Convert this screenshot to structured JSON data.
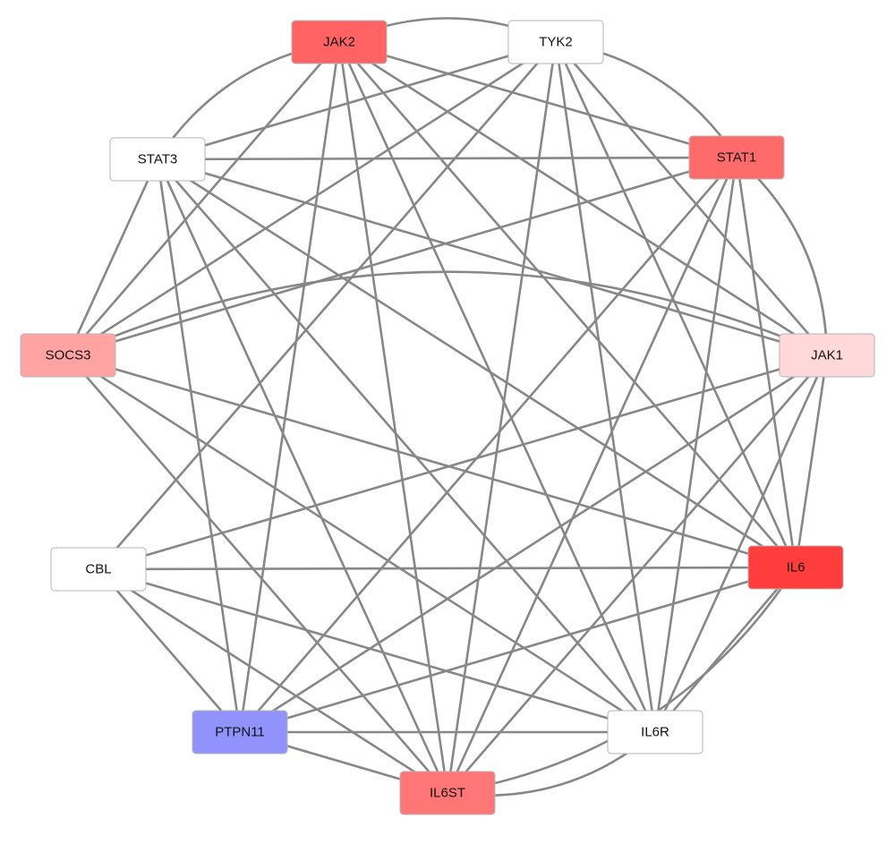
{
  "nodes": [
    {
      "id": "JAK2",
      "label": "JAK2",
      "color": "#ff6363"
    },
    {
      "id": "TYK2",
      "label": "TYK2",
      "color": "#ffffff"
    },
    {
      "id": "STAT1",
      "label": "STAT1",
      "color": "#ff6b6b"
    },
    {
      "id": "STAT3",
      "label": "STAT3",
      "color": "#ffffff"
    },
    {
      "id": "SOCS3",
      "label": "SOCS3",
      "color": "#ffa3a3"
    },
    {
      "id": "JAK1",
      "label": "JAK1",
      "color": "#ffd9d9"
    },
    {
      "id": "CBL",
      "label": "CBL",
      "color": "#ffffff"
    },
    {
      "id": "IL6",
      "label": "IL6",
      "color": "#ff3d3d"
    },
    {
      "id": "PTPN11",
      "label": "PTPN11",
      "color": "#9292fd"
    },
    {
      "id": "IL6R",
      "label": "IL6R",
      "color": "#ffffff"
    },
    {
      "id": "IL6ST",
      "label": "IL6ST",
      "color": "#ff7676"
    }
  ],
  "edges": [
    [
      "JAK2",
      "TYK2"
    ],
    [
      "JAK2",
      "STAT1"
    ],
    [
      "JAK2",
      "STAT3"
    ],
    [
      "JAK2",
      "SOCS3"
    ],
    [
      "JAK2",
      "JAK1"
    ],
    [
      "JAK2",
      "IL6"
    ],
    [
      "JAK2",
      "PTPN11"
    ],
    [
      "JAK2",
      "IL6R"
    ],
    [
      "JAK2",
      "IL6ST"
    ],
    [
      "TYK2",
      "STAT1"
    ],
    [
      "TYK2",
      "STAT3"
    ],
    [
      "TYK2",
      "SOCS3"
    ],
    [
      "TYK2",
      "JAK1"
    ],
    [
      "TYK2",
      "IL6"
    ],
    [
      "TYK2",
      "IL6R"
    ],
    [
      "TYK2",
      "IL6ST"
    ],
    [
      "TYK2",
      "CBL"
    ],
    [
      "STAT1",
      "STAT3"
    ],
    [
      "STAT1",
      "SOCS3"
    ],
    [
      "STAT1",
      "JAK1"
    ],
    [
      "STAT1",
      "IL6"
    ],
    [
      "STAT1",
      "IL6R"
    ],
    [
      "STAT1",
      "IL6ST"
    ],
    [
      "STAT1",
      "PTPN11"
    ],
    [
      "STAT3",
      "SOCS3"
    ],
    [
      "STAT3",
      "JAK1"
    ],
    [
      "STAT3",
      "IL6"
    ],
    [
      "STAT3",
      "IL6R"
    ],
    [
      "STAT3",
      "IL6ST"
    ],
    [
      "STAT3",
      "PTPN11"
    ],
    [
      "SOCS3",
      "JAK1"
    ],
    [
      "SOCS3",
      "IL6"
    ],
    [
      "SOCS3",
      "IL6R"
    ],
    [
      "SOCS3",
      "IL6ST"
    ],
    [
      "JAK1",
      "IL6"
    ],
    [
      "JAK1",
      "IL6R"
    ],
    [
      "JAK1",
      "IL6ST"
    ],
    [
      "JAK1",
      "CBL"
    ],
    [
      "JAK1",
      "PTPN11"
    ],
    [
      "CBL",
      "IL6"
    ],
    [
      "CBL",
      "IL6R"
    ],
    [
      "CBL",
      "IL6ST"
    ],
    [
      "CBL",
      "PTPN11"
    ],
    [
      "IL6",
      "IL6R"
    ],
    [
      "IL6",
      "IL6ST"
    ],
    [
      "IL6",
      "PTPN11"
    ],
    [
      "IL6R",
      "IL6ST"
    ],
    [
      "IL6R",
      "PTPN11"
    ],
    [
      "PTPN11",
      "IL6ST"
    ]
  ],
  "curved_edges": [
    [
      "JAK2",
      "TYK2"
    ],
    [
      "TYK2",
      "STAT1"
    ],
    [
      "STAT1",
      "JAK1"
    ],
    [
      "STAT3",
      "JAK2"
    ],
    [
      "SOCS3",
      "JAK1"
    ],
    [
      "IL6",
      "IL6ST"
    ],
    [
      "IL6R",
      "IL6ST"
    ]
  ]
}
